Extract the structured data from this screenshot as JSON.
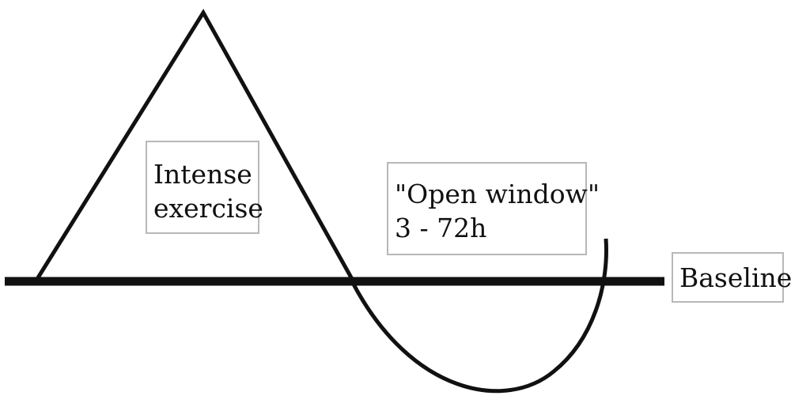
{
  "labels": {
    "intense_exercise": {
      "line1": "Intense",
      "line2": "exercise"
    },
    "open_window": {
      "line1": "\"Open window\"",
      "line2": "3 - 72h"
    },
    "baseline": "Baseline"
  },
  "colors": {
    "stroke": "#111111",
    "box_border": "#b8b8b8",
    "background": "#ffffff"
  }
}
